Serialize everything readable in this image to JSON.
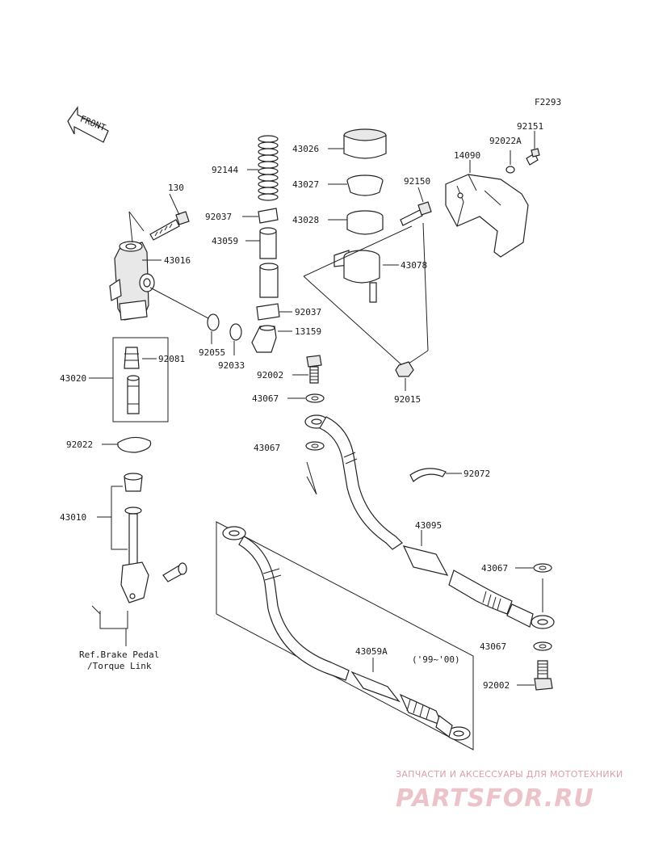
{
  "figure_code": "F2293",
  "front_label": "FRONT",
  "part_labels": {
    "p130": "130",
    "p43016": "43016",
    "p92144": "92144",
    "p92037a": "92037",
    "p43059": "43059",
    "p92037b": "92037",
    "p13159": "13159",
    "p92055": "92055",
    "p92033": "92033",
    "p43026": "43026",
    "p43027": "43027",
    "p43028": "43028",
    "p92150": "92150",
    "p43078": "43078",
    "p14090": "14090",
    "p92022A": "92022A",
    "p92151": "92151",
    "p92015": "92015",
    "p92002a": "92002",
    "p43067a": "43067",
    "p43067b": "43067",
    "p92072": "92072",
    "p43095": "43095",
    "p43067c": "43067",
    "p43067d": "43067",
    "p92002b": "92002",
    "p43059A": "43059A",
    "p43020": "43020",
    "p92081": "92081",
    "p92022": "92022",
    "p43010": "43010"
  },
  "year_note": "('99~'00)",
  "ref_note_line1": "Ref.Brake Pedal",
  "ref_note_line2": "/Torque Link",
  "watermark_top": "ЗАПЧАСТИ И АКСЕССУАРЫ ДЛЯ МОТОТЕХНИКИ",
  "watermark_brand": "PARTSFOR.RU"
}
